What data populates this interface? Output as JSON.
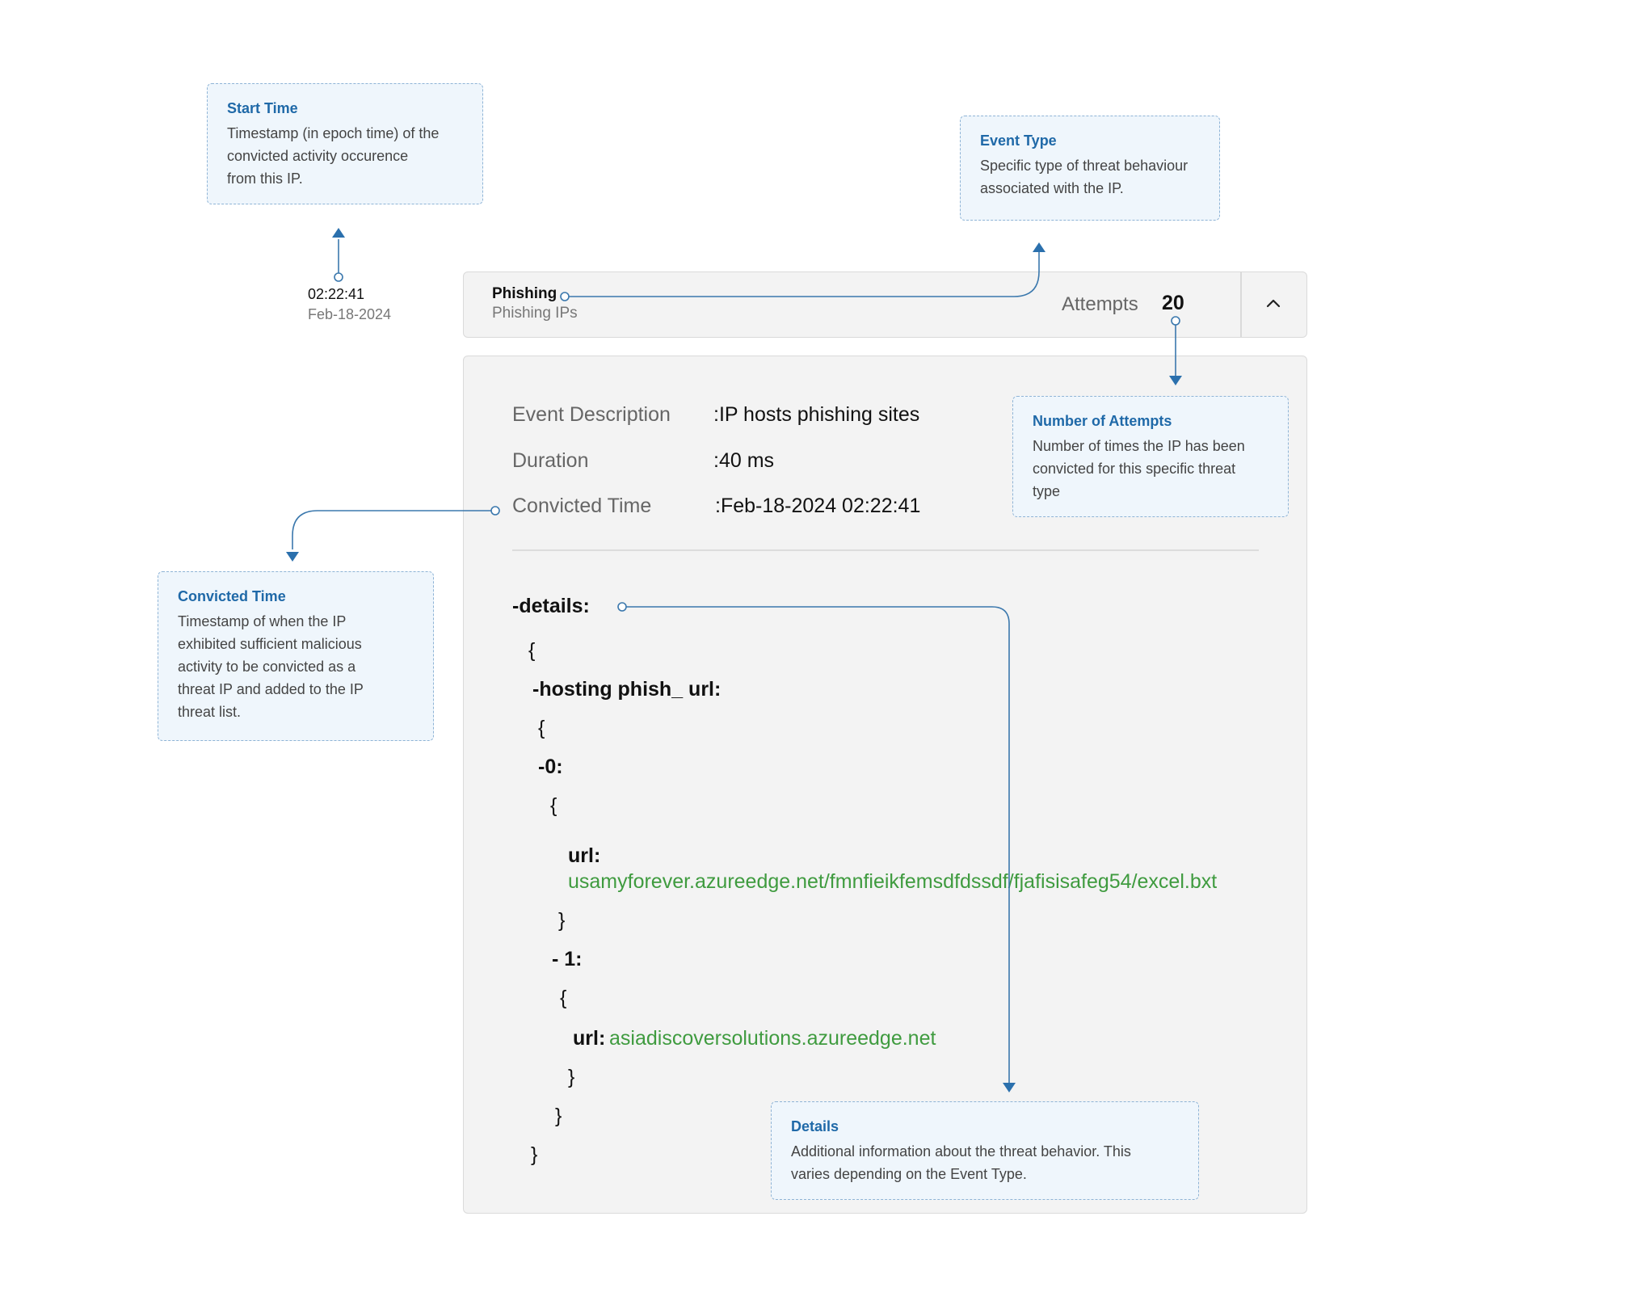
{
  "callouts": {
    "start_time": {
      "title": "Start Time",
      "lines": [
        "Timestamp (in epoch time) of the",
        "convicted activity occurence",
        "from this IP."
      ]
    },
    "event_type": {
      "title": "Event Type",
      "lines": [
        "Specific type of threat behaviour",
        "associated with the IP."
      ]
    },
    "attempts": {
      "title": "Number of Attempts",
      "lines": [
        "Number of times the IP has been",
        "convicted for this specific threat",
        "type"
      ]
    },
    "convicted_time": {
      "title": "Convicted Time",
      "lines": [
        "Timestamp of when the IP",
        "exhibited sufficient malicious",
        "activity to be convicted as a",
        "threat IP and added to the IP",
        "threat list."
      ]
    },
    "details": {
      "title": "Details",
      "lines": [
        "Additional information about the threat behavior. This",
        "varies depending on the Event Type."
      ]
    }
  },
  "start_time": {
    "time": "02:22:41",
    "date": "Feb-18-2024"
  },
  "event": {
    "name": "Phishing",
    "subtitle": "Phishing IPs",
    "attempts_label": "Attempts",
    "attempts_value": "20"
  },
  "fields": {
    "description": {
      "label": "Event Description",
      "value": ":IP hosts phishing sites"
    },
    "duration": {
      "label": "Duration",
      "value": ":40 ms"
    },
    "convicted": {
      "label": "Convicted Time",
      "value": ":Feb-18-2024 02:22:41"
    }
  },
  "details": {
    "key": "-details:",
    "open1": "{",
    "hosting_key": "-hosting phish_ url:",
    "open2": "{",
    "item0_key": "-0:",
    "open3": "{",
    "url0_key": "url:",
    "url0_value": "usamyforever.azureedge.net/fmnfieikfemsdfdssdf/fjafisisafeg54/excel.bxt",
    "close3": "}",
    "item1_key": "- 1:",
    "open4": "{",
    "url1_key": "url:",
    "url1_value": "asiadiscoversolutions.azureedge.net",
    "close4": "}",
    "close2": "}",
    "close1": "}"
  },
  "colors": {
    "accent": "#1f69a8",
    "url_green": "#3f9b3f",
    "callout_bg": "#eff6fc",
    "panel_bg": "#f3f3f3"
  }
}
